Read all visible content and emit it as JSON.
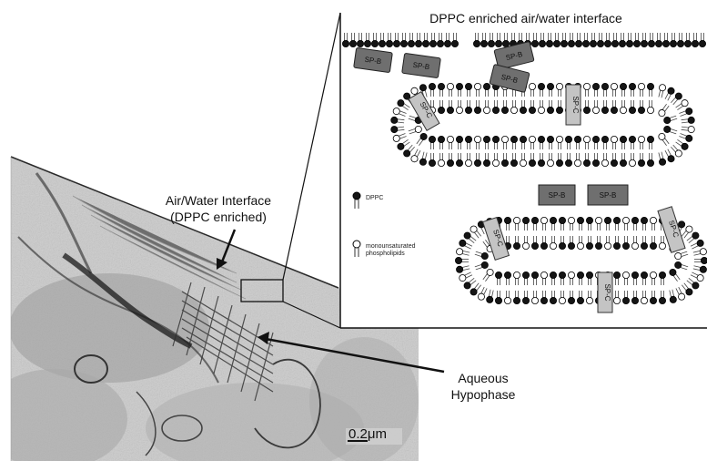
{
  "inset": {
    "title": "DPPC enriched air/water interface"
  },
  "labels": {
    "interface_line1": "Air/Water Interface",
    "interface_line2": "(DPPC enriched)",
    "hypophase_line1": "Aqueous",
    "hypophase_line2": "Hypophase",
    "scale_bar": "0.2μm"
  },
  "legend": {
    "dppc": "DPPC",
    "mono_line1": "monounsaturated",
    "mono_line2": "phospholipids"
  },
  "proteins": {
    "spb": "SP-B",
    "spc": "SP-C"
  },
  "colors": {
    "micrograph_light": "#cfcfcf",
    "micrograph_dark": "#4a4a4a",
    "dppc_head": "#151515",
    "mono_head": "#ffffff",
    "spb_fill": "#6f6f6f",
    "spc_fill": "#c4c4c4"
  }
}
